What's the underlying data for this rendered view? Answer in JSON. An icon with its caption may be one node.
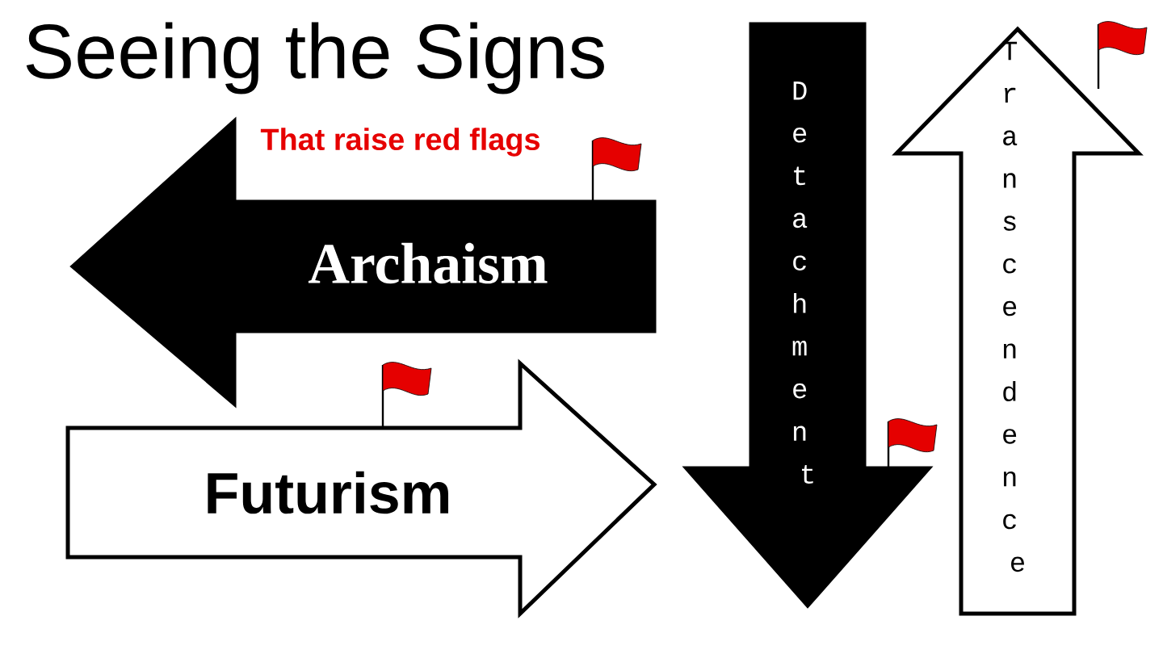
{
  "diagram": {
    "title": "Seeing the Signs",
    "nodes": [
      {
        "text": [
          "Archaism"
        ]
      },
      {
        "text": [
          "Futurism"
        ]
      },
      {
        "text": [
          "Detachment"
        ]
      },
      {
        "text": [
          "Transcendence"
        ]
      }
    ],
    "labels": [
      "That raise red flags"
    ]
  }
}
